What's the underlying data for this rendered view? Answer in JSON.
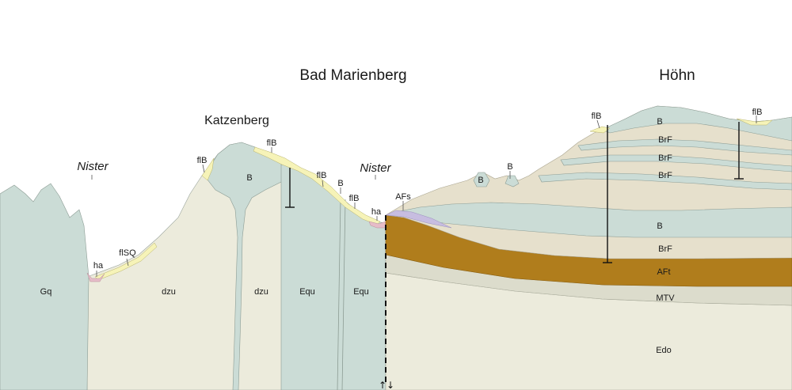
{
  "places": {
    "bad_marienberg": "Bad Marienberg",
    "hoehn": "Höhn",
    "katzenberg": "Katzenberg"
  },
  "rivers": {
    "nister_left": "Nister",
    "nister_right": "Nister"
  },
  "units": {
    "gq": "Gq",
    "ha_left": "ha",
    "flsq": "flSQ",
    "dzu_left": "dzu",
    "dzu_right": "dzu",
    "flb_katz_left": "flB",
    "b_katz": "B",
    "flb_katz_top": "flB",
    "flb_mid": "flB",
    "b_mid": "B",
    "flb_mid2": "flB",
    "ha_right": "ha",
    "equ_left": "Equ",
    "equ_right": "Equ",
    "afs": "AFs",
    "b_small1": "B",
    "b_small2": "B",
    "flb_hoehn_left": "flB",
    "flb_hoehn_right": "flB",
    "b_top": "B",
    "brf_1": "BrF",
    "brf_2": "BrF",
    "brf_3": "BrF",
    "b_lower": "B",
    "brf_lower": "BrF",
    "aft": "AFt",
    "mtv": "MTV",
    "edo": "Edo"
  },
  "fault_symbol": "↑↓",
  "colors": {
    "basalt": "#cbdcd6",
    "tuff_sand": "#e6e0cc",
    "devonian": "#ecebdc",
    "aft_brown": "#b07d1c",
    "mtv_grey": "#dcdccc",
    "flb_yellow": "#f6f3b8",
    "ha_pink": "#e6bcc8",
    "afs_lilac": "#c7bde0"
  }
}
